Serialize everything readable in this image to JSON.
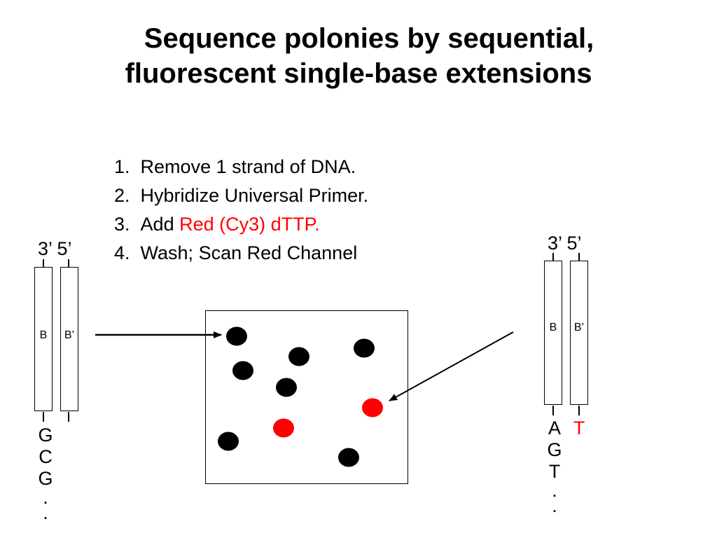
{
  "title": {
    "line1": "Sequence polonies by sequential,",
    "line2": "fluorescent single-base extensions"
  },
  "steps": [
    {
      "num": "1.",
      "text": "Remove 1 strand of DNA."
    },
    {
      "num": "2.",
      "text": "Hybridize Universal Primer."
    },
    {
      "num": "3.",
      "text_prefix": "Add ",
      "text_highlight": "Red (Cy3) dTTP."
    },
    {
      "num": "4.",
      "text": "Wash; Scan Red Channel"
    }
  ],
  "left_duplex": {
    "end_labels": "3’ 5’",
    "strand_b": "B",
    "strand_b_prime": "B’",
    "bases": [
      "G",
      "C",
      "G",
      ".",
      "."
    ]
  },
  "right_duplex": {
    "end_labels": "3’ 5’",
    "strand_b": "B",
    "strand_b_prime": "B’",
    "bases": [
      "A",
      "G",
      "T",
      ".",
      "."
    ],
    "extension_base": "T"
  },
  "colors": {
    "highlight": "#ff0000",
    "polony_dark": "#000000",
    "polony_red": "#ff0000"
  },
  "polonies": [
    {
      "color": "dark"
    },
    {
      "color": "dark"
    },
    {
      "color": "dark"
    },
    {
      "color": "dark"
    },
    {
      "color": "dark"
    },
    {
      "color": "dark"
    },
    {
      "color": "red"
    },
    {
      "color": "red"
    },
    {
      "color": "dark"
    },
    {
      "color": "dark"
    }
  ]
}
